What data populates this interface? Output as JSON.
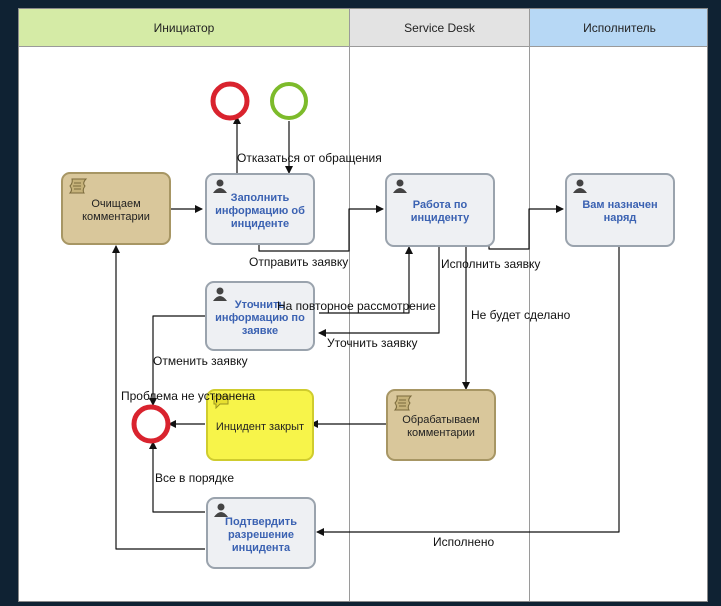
{
  "lanes": {
    "initiator": "Инициатор",
    "service_desk": "Service Desk",
    "executor": "Исполнитель"
  },
  "colors": {
    "initiator_header": "#d5eba6",
    "service_desk_header": "#e3e3e3",
    "executor_header": "#b7d8f5",
    "end_event": "#d9232e",
    "start_event": "#7dbb2b"
  },
  "tasks": {
    "clear_comments": "Очищаем комментарии",
    "fill_incident": "Заполнить информацию об инциденте",
    "work_incident": "Работа по инциденту",
    "assigned_order": "Вам назначен наряд",
    "clarify_request": "Уточнить информацию по заявке",
    "incident_closed": "Инцидент закрыт",
    "process_comments": "Обрабатываем комментарии",
    "confirm_resolution": "Подтвердить разрешение инцидента"
  },
  "flow_labels": {
    "refuse": "Отказаться от обращения",
    "send_request": "Отправить заявку",
    "execute_request": "Исполнить заявку",
    "re_review": "На повторное рассмотрение",
    "wont_do": "Не будет сделано",
    "clarify": "Уточнить заявку",
    "cancel": "Отменить заявку",
    "not_fixed": "Проблема не устранена",
    "all_ok": "Все в порядке",
    "done": "Исполнено"
  }
}
